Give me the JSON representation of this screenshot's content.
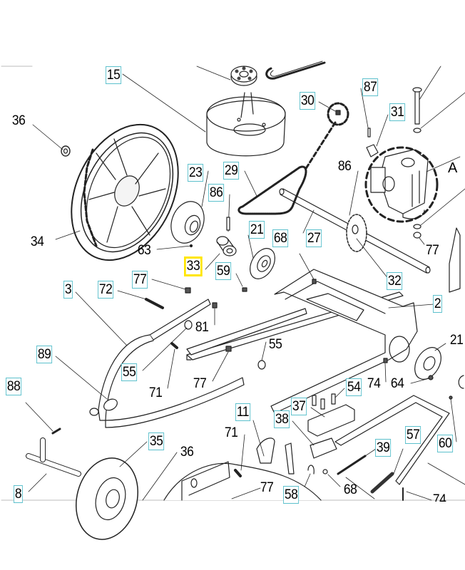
{
  "diagram": {
    "title": "Exploded parts diagram - lawn mower drive chassis",
    "highlight_color": "#ffe600",
    "box_color": "#5bc0cc",
    "selected_part": "33",
    "section_label": "A",
    "callouts": [
      {
        "id": "15",
        "label": "15",
        "style": "boxed"
      },
      {
        "id": "36a",
        "label": "36",
        "style": "plain"
      },
      {
        "id": "30",
        "label": "30",
        "style": "boxed"
      },
      {
        "id": "87",
        "label": "87",
        "style": "boxed"
      },
      {
        "id": "31",
        "label": "31",
        "style": "boxed"
      },
      {
        "id": "23",
        "label": "23",
        "style": "boxed"
      },
      {
        "id": "29",
        "label": "29",
        "style": "boxed"
      },
      {
        "id": "86a",
        "label": "86",
        "style": "plain"
      },
      {
        "id": "86b",
        "label": "86",
        "style": "boxed"
      },
      {
        "id": "34",
        "label": "34",
        "style": "plain"
      },
      {
        "id": "63",
        "label": "63",
        "style": "plain"
      },
      {
        "id": "21a",
        "label": "21",
        "style": "boxed"
      },
      {
        "id": "68a",
        "label": "68",
        "style": "boxed"
      },
      {
        "id": "27",
        "label": "27",
        "style": "boxed"
      },
      {
        "id": "77a",
        "label": "77",
        "style": "plain"
      },
      {
        "id": "33",
        "label": "33",
        "style": "highlight"
      },
      {
        "id": "59",
        "label": "59",
        "style": "boxed"
      },
      {
        "id": "32",
        "label": "32",
        "style": "boxed"
      },
      {
        "id": "3",
        "label": "3",
        "style": "boxed"
      },
      {
        "id": "72",
        "label": "72",
        "style": "boxed"
      },
      {
        "id": "77b",
        "label": "77",
        "style": "boxed"
      },
      {
        "id": "2",
        "label": "2",
        "style": "boxed"
      },
      {
        "id": "81",
        "label": "81",
        "style": "plain"
      },
      {
        "id": "21b",
        "label": "21",
        "style": "plain"
      },
      {
        "id": "89",
        "label": "89",
        "style": "boxed"
      },
      {
        "id": "55a",
        "label": "55",
        "style": "plain"
      },
      {
        "id": "55b",
        "label": "55",
        "style": "boxed"
      },
      {
        "id": "74a",
        "label": "74",
        "style": "plain"
      },
      {
        "id": "64",
        "label": "64",
        "style": "plain"
      },
      {
        "id": "77c",
        "label": "77",
        "style": "plain"
      },
      {
        "id": "71a",
        "label": "71",
        "style": "plain"
      },
      {
        "id": "54",
        "label": "54",
        "style": "boxed"
      },
      {
        "id": "88",
        "label": "88",
        "style": "boxed"
      },
      {
        "id": "37",
        "label": "37",
        "style": "boxed"
      },
      {
        "id": "11",
        "label": "11",
        "style": "boxed"
      },
      {
        "id": "38",
        "label": "38",
        "style": "boxed"
      },
      {
        "id": "57",
        "label": "57",
        "style": "boxed"
      },
      {
        "id": "71b",
        "label": "71",
        "style": "plain"
      },
      {
        "id": "35",
        "label": "35",
        "style": "boxed"
      },
      {
        "id": "36b",
        "label": "36",
        "style": "plain"
      },
      {
        "id": "39",
        "label": "39",
        "style": "boxed"
      },
      {
        "id": "60",
        "label": "60",
        "style": "boxed"
      },
      {
        "id": "8",
        "label": "8",
        "style": "boxed"
      },
      {
        "id": "77d",
        "label": "77",
        "style": "plain"
      },
      {
        "id": "58",
        "label": "58",
        "style": "boxed"
      },
      {
        "id": "68b",
        "label": "68",
        "style": "plain"
      },
      {
        "id": "74b",
        "label": "74",
        "style": "plain"
      }
    ]
  }
}
